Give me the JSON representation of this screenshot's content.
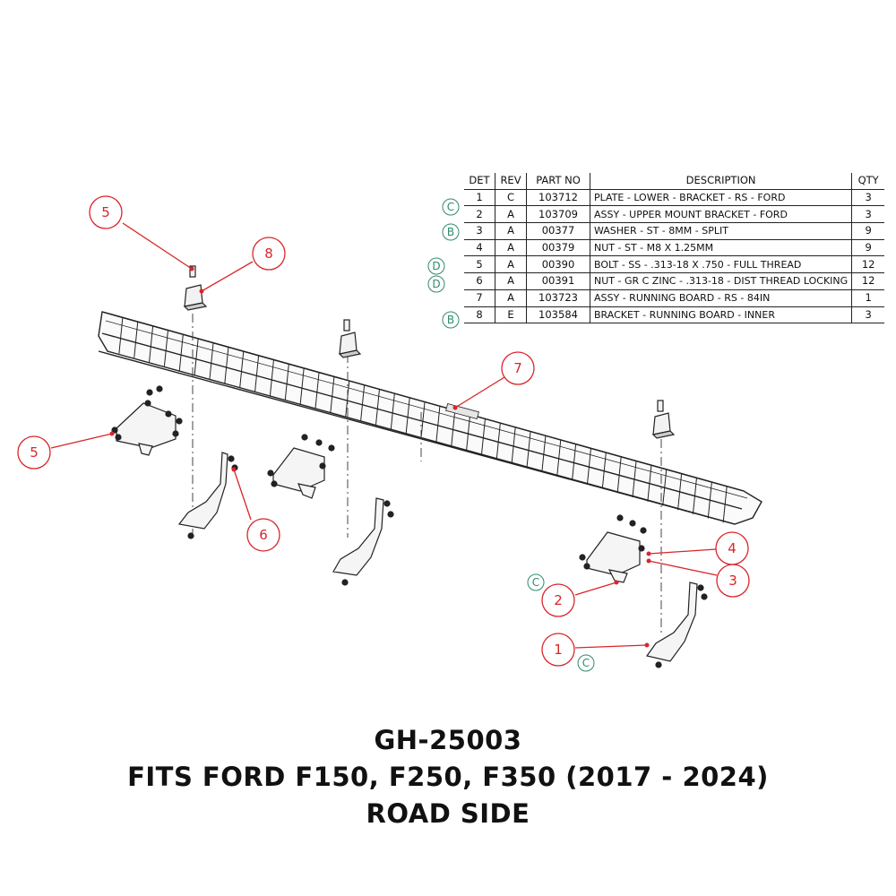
{
  "bom": {
    "headers": [
      "DET",
      "REV",
      "PART NO",
      "DESCRIPTION",
      "QTY"
    ],
    "rows": [
      {
        "det": "1",
        "rev": "C",
        "part": "103712",
        "desc": "PLATE - LOWER - BRACKET - RS - FORD",
        "qty": "3"
      },
      {
        "det": "2",
        "rev": "A",
        "part": "103709",
        "desc": "ASSY - UPPER MOUNT BRACKET - FORD",
        "qty": "3"
      },
      {
        "det": "3",
        "rev": "A",
        "part": "00377",
        "desc": "WASHER - ST - 8MM - SPLIT",
        "qty": "9"
      },
      {
        "det": "4",
        "rev": "A",
        "part": "00379",
        "desc": "NUT - ST - M8 X 1.25MM",
        "qty": "9"
      },
      {
        "det": "5",
        "rev": "A",
        "part": "00390",
        "desc": "BOLT - SS - .313-18 X .750 - FULL THREAD",
        "qty": "12"
      },
      {
        "det": "6",
        "rev": "A",
        "part": "00391",
        "desc": "NUT - GR C ZINC - .313-18 - DIST THREAD LOCKING",
        "qty": "12"
      },
      {
        "det": "7",
        "rev": "A",
        "part": "103723",
        "desc": "ASSY - RUNNING BOARD - RS - 84IN",
        "qty": "1"
      },
      {
        "det": "8",
        "rev": "E",
        "part": "103584",
        "desc": "BRACKET - RUNNING BOARD - INNER",
        "qty": "3"
      }
    ]
  },
  "revision_markers": [
    "C",
    "B",
    "D",
    "D",
    "B",
    "C",
    "C"
  ],
  "callouts": [
    "5",
    "8",
    "5",
    "6",
    "7",
    "4",
    "3",
    "2",
    "1"
  ],
  "title": {
    "line1": "GH-25003",
    "line2": "FITS FORD F150, F250, F350 (2017 - 2024)",
    "line3": "ROAD SIDE"
  },
  "colors": {
    "callout": "#d9252a",
    "revision": "#2e8b6a",
    "line": "#222222"
  }
}
